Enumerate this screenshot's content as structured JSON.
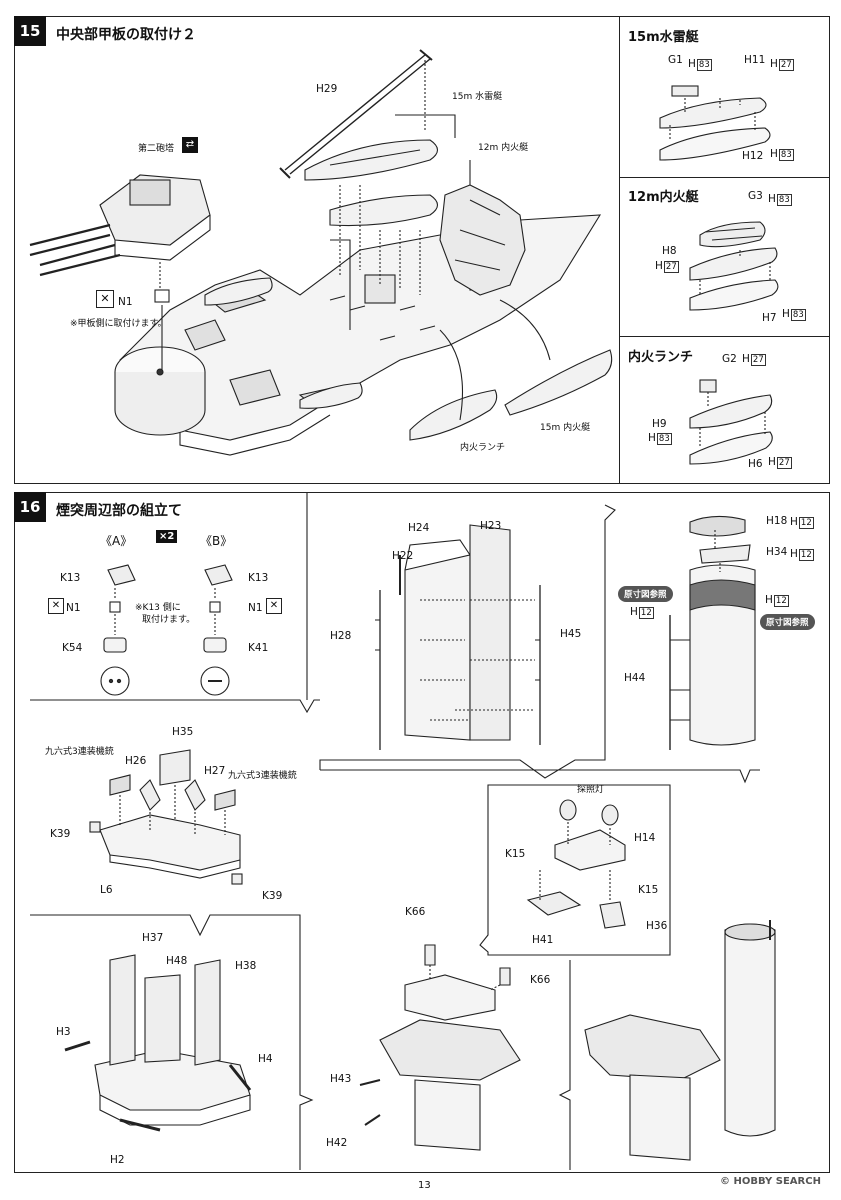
{
  "step15": {
    "number": "15",
    "title": "中央部甲板の取付け２",
    "labels": {
      "h29": "H29",
      "boat15": "15m 水雷艇",
      "cutter12": "12m 内火艇",
      "turret2": "第二砲塔",
      "n1": "N1",
      "note": "※甲板側に取付けます。",
      "launch": "内火ランチ",
      "cutter15": "15m 内火艇"
    },
    "sub1": {
      "title": "15m水雷艇",
      "g1": "G1",
      "h": "H",
      "box83": "83",
      "h11": "H11",
      "box27": "27",
      "h12": "H12"
    },
    "sub2": {
      "title": "12m内火艇",
      "g3": "G3",
      "h": "H",
      "box83": "83",
      "h8": "H8",
      "box27": "27",
      "h7": "H7"
    },
    "sub3": {
      "title": "内火ランチ",
      "g2": "G2",
      "h": "H",
      "box27": "27",
      "h9": "H9",
      "box83": "83",
      "h6": "H6"
    }
  },
  "step16": {
    "number": "16",
    "title": "煙突周辺部の組立て",
    "a": "《A》",
    "b": "《B》",
    "times2": "×2",
    "k13": "K13",
    "n1": "N1",
    "k54": "K54",
    "k41": "K41",
    "note": "※K13 側に",
    "note2": "取付けます。",
    "h24": "H24",
    "h23": "H23",
    "h22": "H22",
    "h28": "H28",
    "h45": "H45",
    "h18": "H18",
    "h34": "H34",
    "h": "H",
    "box12": "12",
    "ref": "原寸図参照",
    "h44": "H44",
    "h35": "H35",
    "h26": "H26",
    "h27": "H27",
    "mg": "九六式3連装機銃",
    "k39": "K39",
    "l6": "L6",
    "searchlight": "探照灯",
    "h14": "H14",
    "k15": "K15",
    "h41": "H41",
    "h36": "H36",
    "k66": "K66",
    "h37": "H37",
    "h48": "H48",
    "h38": "H38",
    "h3": "H3",
    "h4": "H4",
    "h2": "H2",
    "h43": "H43",
    "h42": "H42"
  },
  "footer": {
    "page": "13",
    "watermark": "© HOBBY SEARCH"
  }
}
